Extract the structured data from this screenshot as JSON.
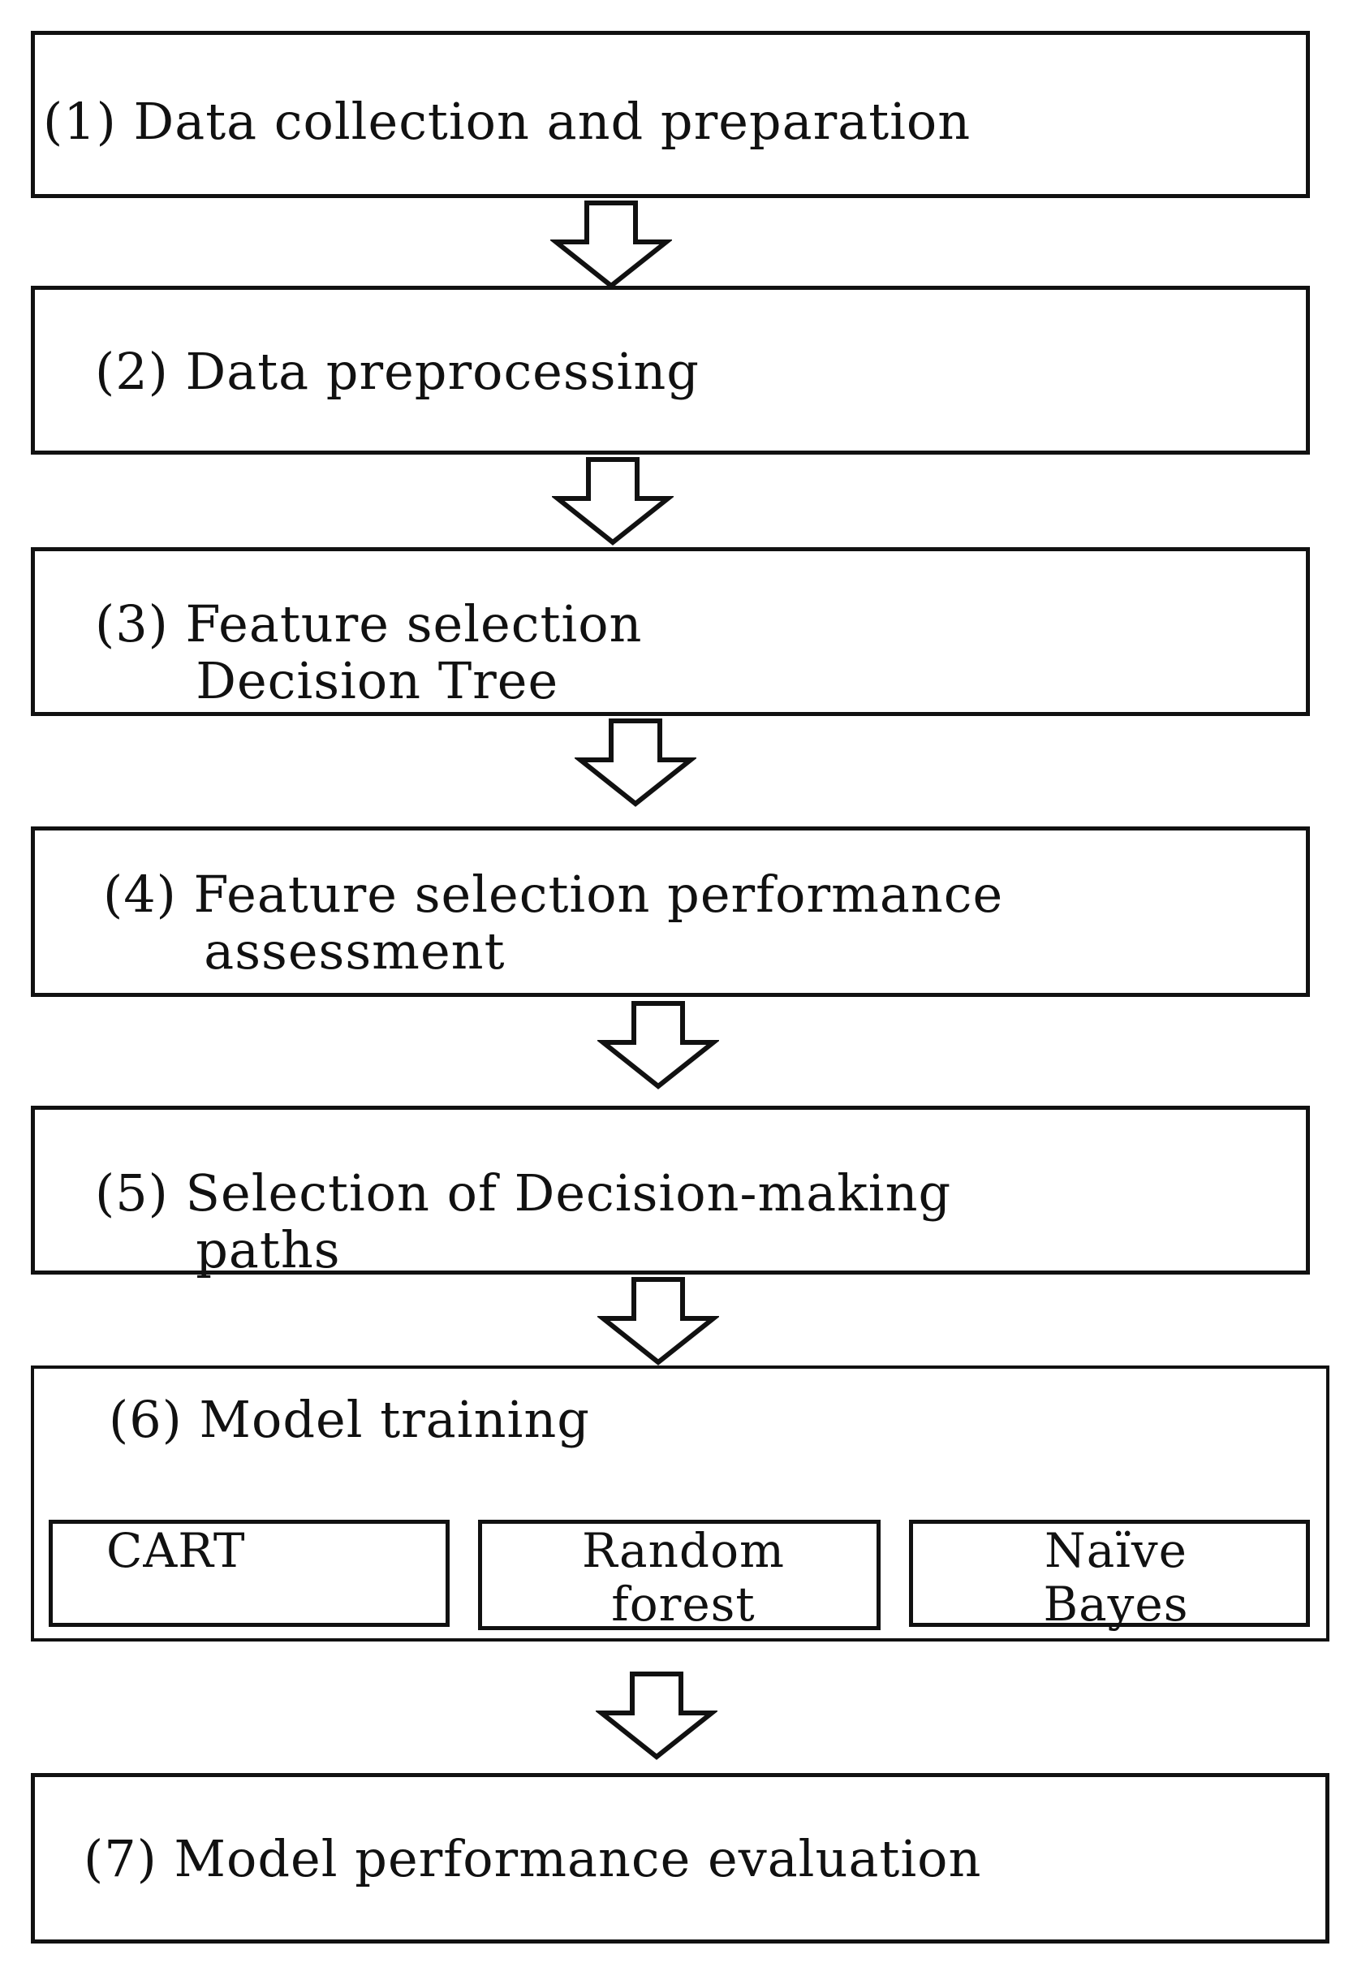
{
  "steps": [
    {
      "id": 1,
      "text": "(1) Data collection and preparation"
    },
    {
      "id": 2,
      "text": "(2) Data preprocessing"
    },
    {
      "id": 3,
      "text": "(3) Feature selection\n      Decision Tree"
    },
    {
      "id": 4,
      "text": "(4) Feature selection performance\n      assessment"
    },
    {
      "id": 5,
      "text": "(5) Selection of Decision-making\n      paths"
    },
    {
      "id": 6,
      "text": "(6) Model training"
    },
    {
      "id": 7,
      "text": "(7) Model performance evaluation"
    }
  ],
  "models": [
    {
      "name": "CART"
    },
    {
      "name": "Random\nforest"
    },
    {
      "name": "Naïve\nBayes"
    }
  ]
}
